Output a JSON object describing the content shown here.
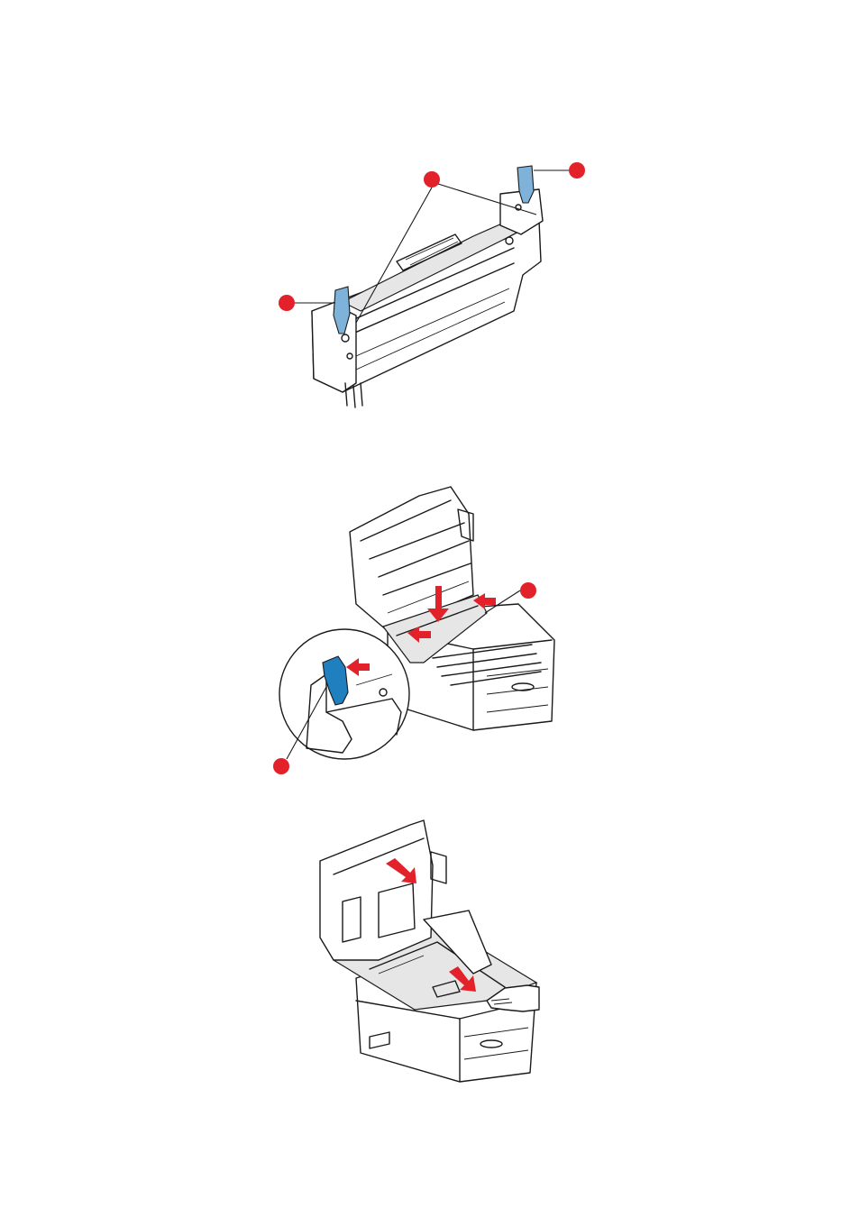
{
  "figures": [
    {
      "id": "fuser-unit",
      "callouts": 3
    },
    {
      "id": "fuser-install",
      "callouts": 2
    },
    {
      "id": "close-top-cover",
      "callouts": 0
    }
  ],
  "colors": {
    "callout": "#e3212b",
    "arrow": "#e3212b",
    "lever_light": "#7fb2d9",
    "lever_dark": "#1f7fbf",
    "line": "#1a1a1a"
  },
  "icons": [
    "callout-marker",
    "red-direction-arrow",
    "blue-lock-lever"
  ]
}
